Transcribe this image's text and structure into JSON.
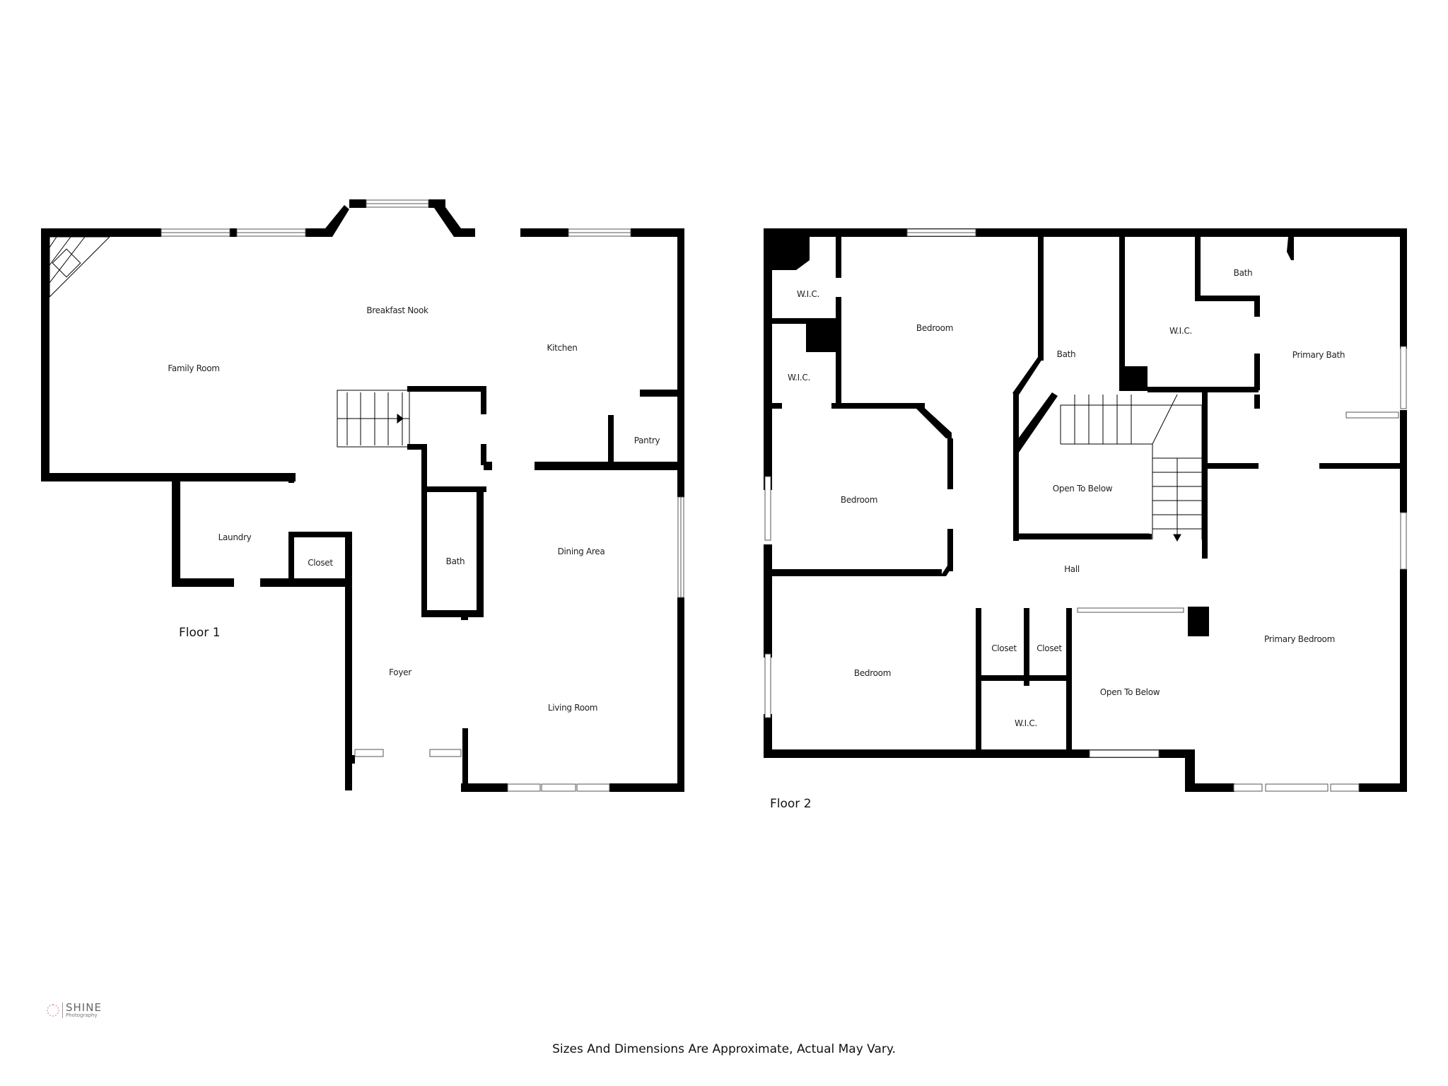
{
  "floors": [
    {
      "label": "Floor 1",
      "rooms": [
        {
          "name": "Family Room"
        },
        {
          "name": "Breakfast Nook"
        },
        {
          "name": "Kitchen"
        },
        {
          "name": "Pantry"
        },
        {
          "name": "Laundry"
        },
        {
          "name": "Closet"
        },
        {
          "name": "Bath"
        },
        {
          "name": "Dining Area"
        },
        {
          "name": "Foyer"
        },
        {
          "name": "Living Room"
        }
      ]
    },
    {
      "label": "Floor 2",
      "rooms": [
        {
          "name": "W.I.C."
        },
        {
          "name": "W.I.C."
        },
        {
          "name": "Bedroom"
        },
        {
          "name": "Bath"
        },
        {
          "name": "W.I.C."
        },
        {
          "name": "Bath"
        },
        {
          "name": "Primary Bath"
        },
        {
          "name": "Bedroom"
        },
        {
          "name": "Open To Below"
        },
        {
          "name": "Hall"
        },
        {
          "name": "Bedroom"
        },
        {
          "name": "Closet"
        },
        {
          "name": "Closet"
        },
        {
          "name": "W.I.C."
        },
        {
          "name": "Open To Below"
        },
        {
          "name": "Primary Bedroom"
        }
      ]
    }
  ],
  "logo": {
    "name": "SHINE",
    "subtitle": "Photography"
  },
  "disclaimer": "Sizes And Dimensions Are Approximate, Actual May Vary.",
  "colors": {
    "wall": "#000000",
    "background": "#ffffff",
    "window": "#ffffff",
    "logo_accent": "#e5b7bf"
  }
}
